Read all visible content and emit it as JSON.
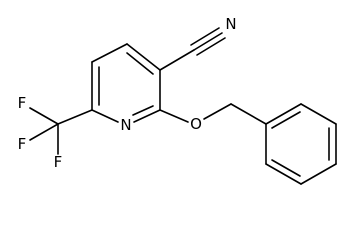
{
  "molecule": {
    "atoms": {
      "nitrile_nitrogen": "N",
      "ring_nitrogen": "N",
      "ether_oxygen": "O",
      "fluorine_top": "F",
      "fluorine_left": "F",
      "fluorine_bottom": "F"
    }
  },
  "colors": {
    "background": "#ffffff",
    "bonds": "#000000",
    "labels": "#000000"
  }
}
